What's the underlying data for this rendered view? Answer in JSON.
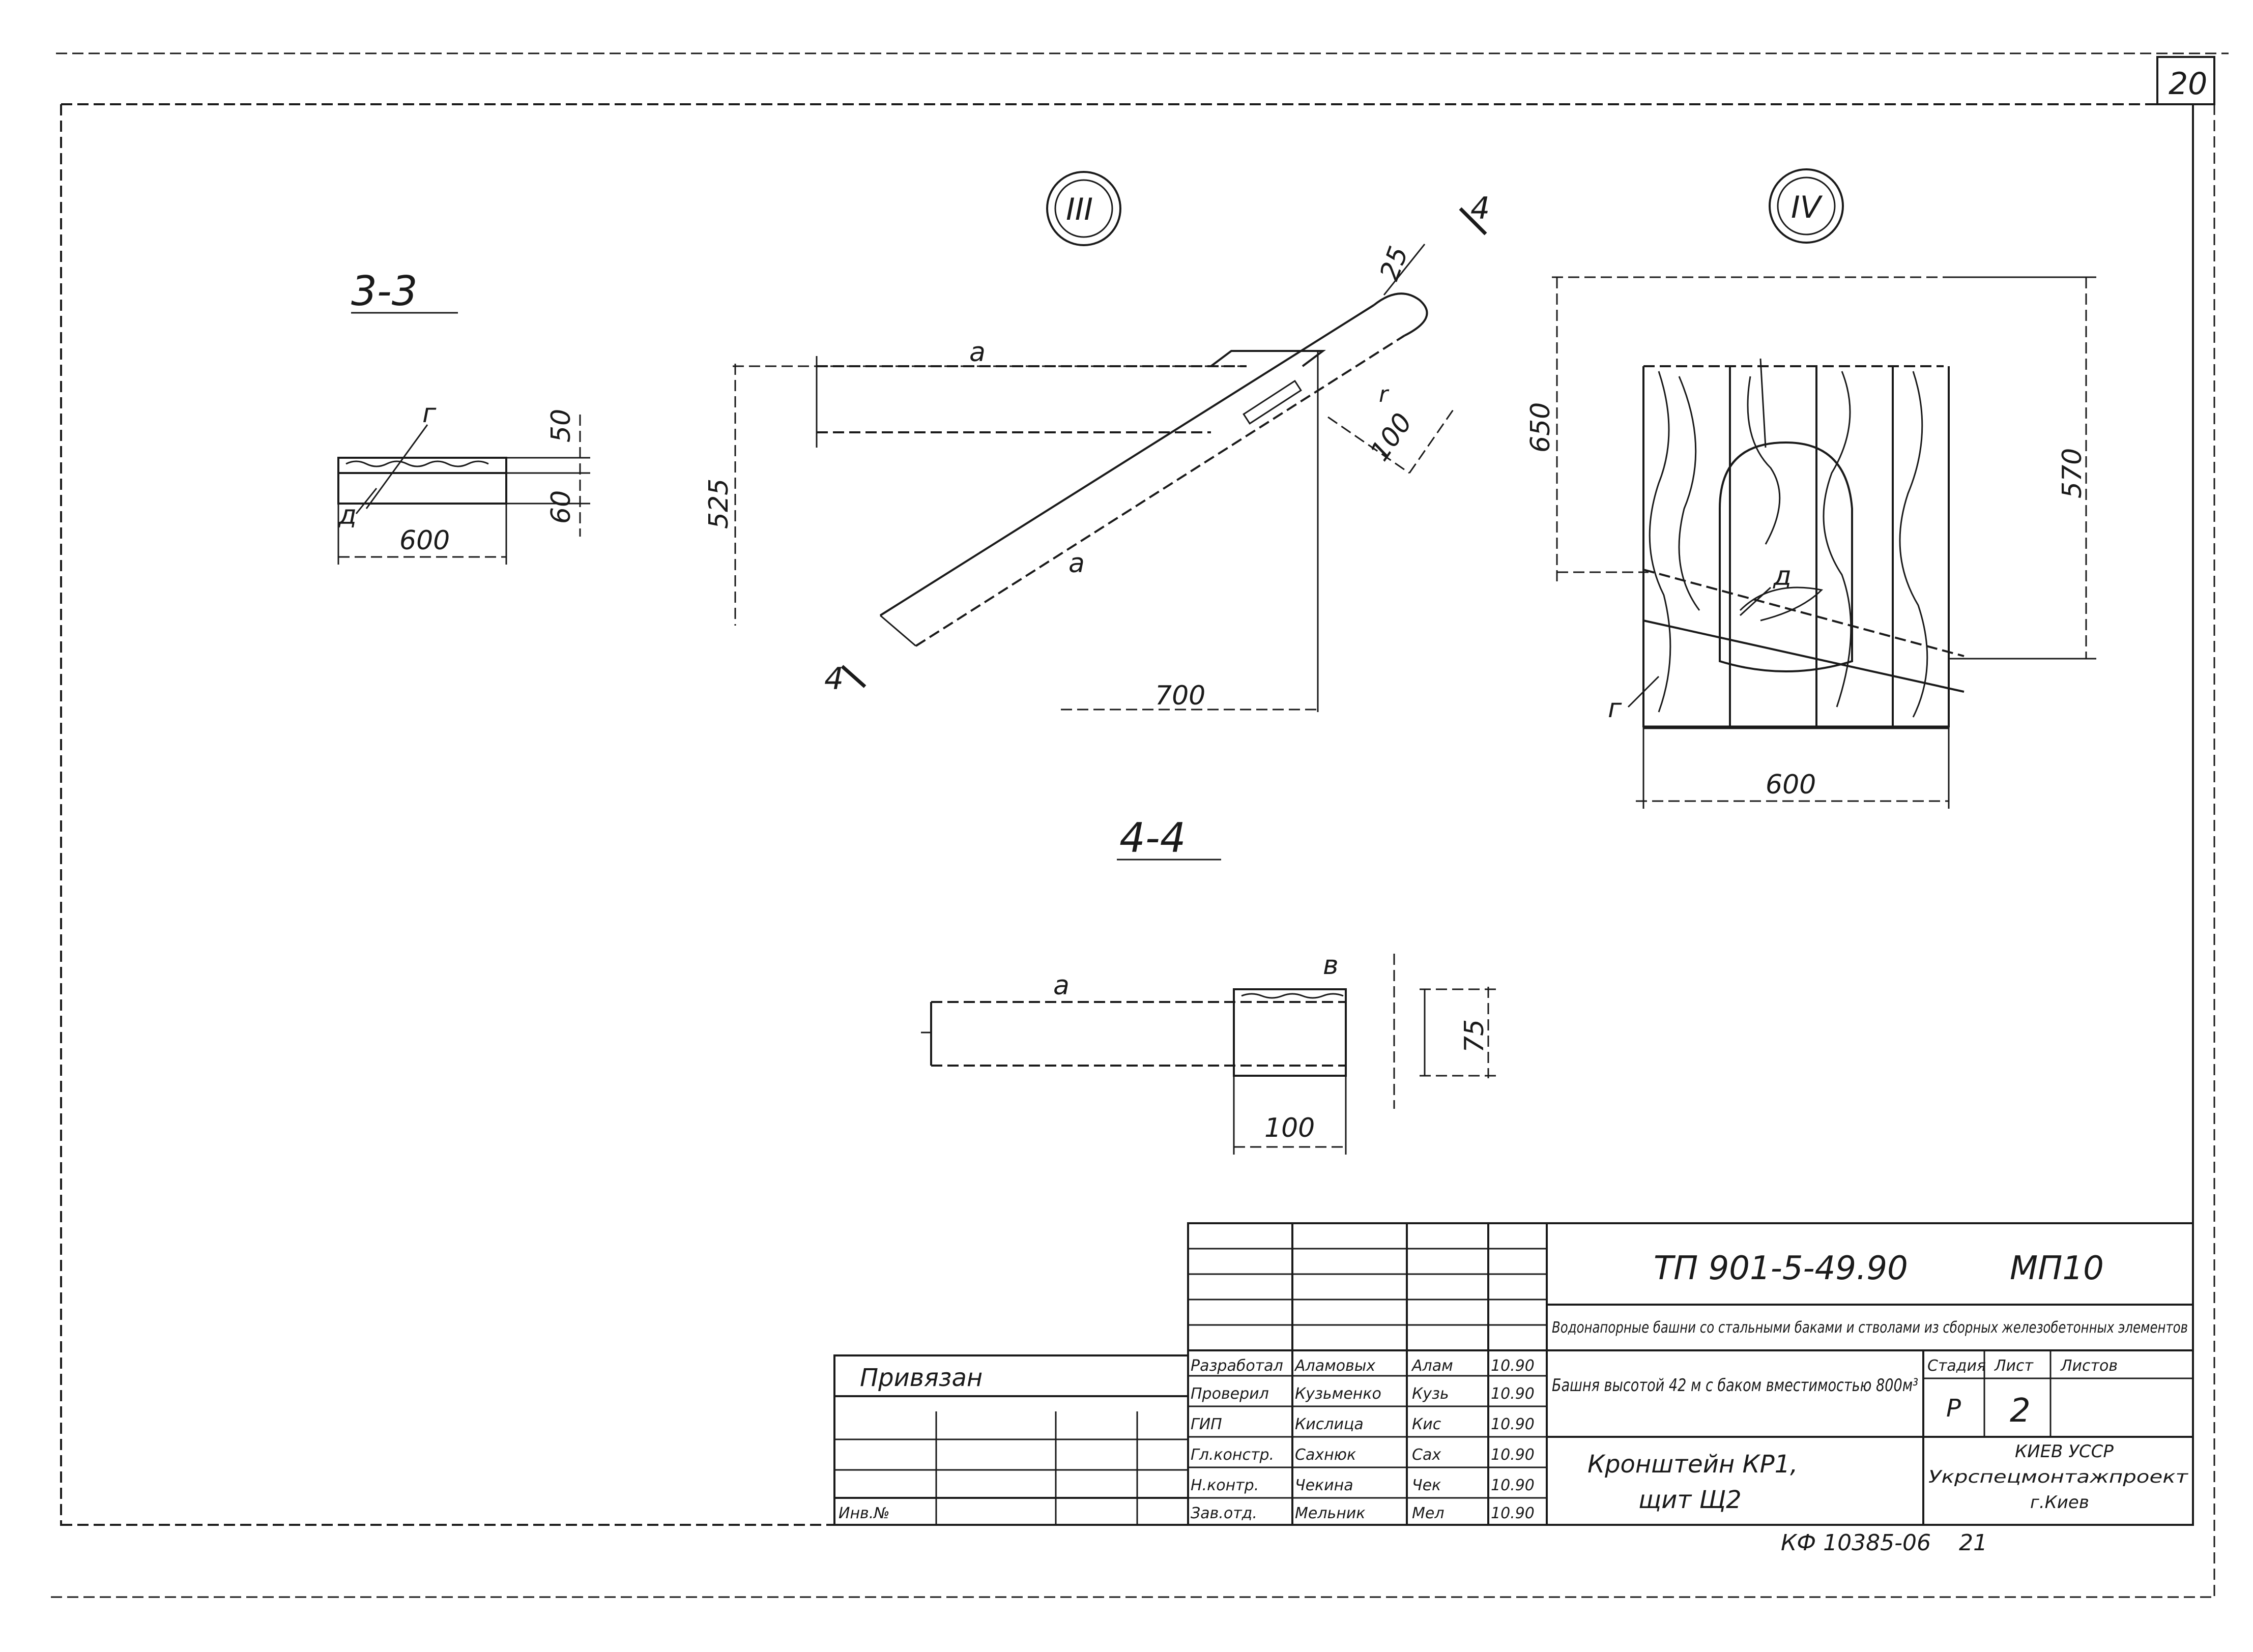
{
  "sheet_number": "20",
  "views": {
    "section_3_3": {
      "title": "3-3",
      "label_g": "г",
      "label_d": "д",
      "dim_width": "600",
      "dim_top": "50",
      "dim_bottom": "60"
    },
    "node_III": {
      "marker": "III",
      "label_a_top": "а",
      "label_a_bottom": "а",
      "dim_height": "525",
      "dim_width": "700",
      "dim_bend": "25",
      "dim_end": "100",
      "dim_r": "r",
      "cut_top": "4",
      "cut_bottom": "4"
    },
    "node_IV": {
      "marker": "IV",
      "label_d": "д",
      "label_g": "г",
      "dim_left": "650",
      "dim_right": "570",
      "dim_bottom": "600"
    },
    "section_4_4": {
      "title": "4-4",
      "label_a": "а",
      "label_v": "в",
      "dim_height": "75",
      "dim_width": "100"
    }
  },
  "title_block": {
    "code": "ТП 901-5-49.90",
    "mark": "МП10",
    "project_title": "Водонапорные башни со стальными баками и стволами из сборных железобетонных элементов",
    "object_title": "Башня высотой 42 м с баком вместимостью 800м³",
    "stage_header": "Стадия",
    "sheet_header": "Лист",
    "sheets_header": "Листов",
    "stage_value": "Р",
    "sheet_value": "2",
    "drawing_title_1": "Кронштейн КР1,",
    "drawing_title_2": "щит Щ2",
    "org_1": "КИЕВ УССР",
    "org_2": "Укрспецмонтажпроект",
    "org_3": "г.Киев",
    "roles": [
      {
        "role": "Разработал",
        "name": "Аламовых",
        "sign": "Алам",
        "date": "10.90"
      },
      {
        "role": "Проверил",
        "name": "Кузьменко",
        "sign": "Кузь",
        "date": "10.90"
      },
      {
        "role": "ГИП",
        "name": "Кислица",
        "sign": "Кис",
        "date": "10.90"
      },
      {
        "role": "Гл.констр.",
        "name": "Сахнюк",
        "sign": "Сах",
        "date": "10.90"
      },
      {
        "role": "Н.контр.",
        "name": "Чекина",
        "sign": "Чек",
        "date": "10.90"
      },
      {
        "role": "Зав.отд.",
        "name": "Мельник",
        "sign": "Мел",
        "date": "10.90"
      }
    ],
    "side_table_header": "Привязан",
    "side_table_inv": "Инв.№",
    "footer_code": "КФ 10385-06",
    "footer_num": "21"
  }
}
